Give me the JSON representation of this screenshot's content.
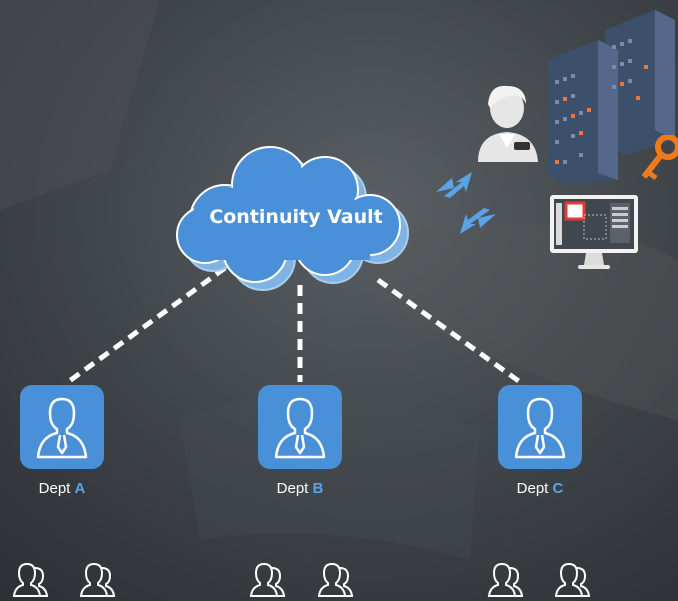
{
  "cloud": {
    "label": "Continuity Vault"
  },
  "departments": [
    {
      "prefix": "Dept ",
      "letter": "A"
    },
    {
      "prefix": "Dept ",
      "letter": "B"
    },
    {
      "prefix": "Dept ",
      "letter": "C"
    }
  ],
  "colors": {
    "accent": "#4a90d9",
    "dept_letter": "#5aa3e6",
    "key": "#f07a1a",
    "building": "#3c4f6b"
  }
}
